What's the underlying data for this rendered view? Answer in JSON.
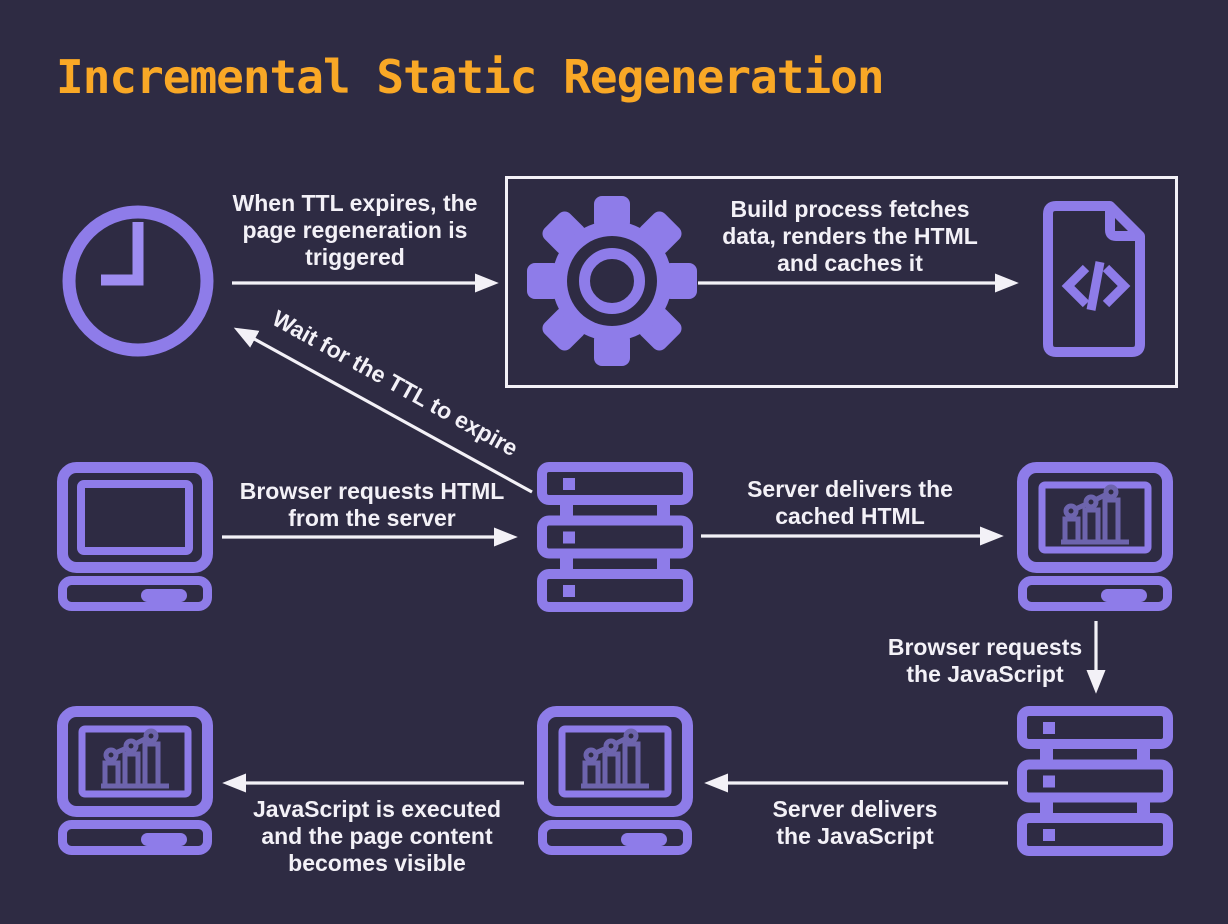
{
  "title": "Incremental Static Regeneration",
  "labels": {
    "ttl_expires": "When TTL expires, the\npage regeneration is\ntriggered",
    "build_process": "Build process fetches\ndata, renders the HTML\nand caches it",
    "wait_ttl": "Wait for the TTL to expire",
    "browser_requests_html": "Browser requests HTML\nfrom the server",
    "server_delivers_html": "Server delivers the\ncached HTML",
    "browser_requests_js": "Browser requests\nthe JavaScript",
    "server_delivers_js": "Server delivers\nthe JavaScript",
    "js_executed": "JavaScript is executed\nand the page content\nbecomes visible"
  },
  "icons": {
    "clock": "clock-icon",
    "gear": "gear-icon",
    "code_file": "code-file-icon",
    "desktop_browser": "desktop-computer-icon",
    "server_cache": "server-icon",
    "server_js": "server-icon",
    "monitor_cached_html": "monitor-chart-icon",
    "monitor_receives_js": "monitor-chart-icon",
    "monitor_final_page": "monitor-chart-icon"
  },
  "colors": {
    "background": "#2e2b43",
    "icon_purple": "#8e7ce9",
    "icon_purple_light": "#9e8df1",
    "chart_purple": "#6d64ad",
    "text_white": "#f3f1f7",
    "title_orange": "#f9a826",
    "box_border": "#f3f1f7"
  }
}
